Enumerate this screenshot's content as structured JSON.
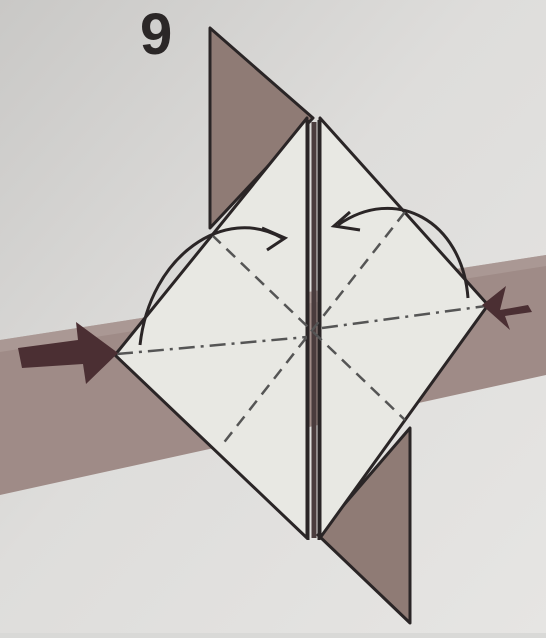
{
  "diagram": {
    "step_number": "9",
    "colors": {
      "background": "#d9d9d7",
      "paper_white": "#e7e7e2",
      "paper_colored": "#8e7b75",
      "band": "#9c8884",
      "outline": "#2a2526",
      "arrow": "#4a2f33"
    },
    "elements": [
      "background-band",
      "upper-colored-flap",
      "lower-colored-flap",
      "left-white-panel",
      "right-white-panel",
      "center-slit",
      "valley-fold-lines",
      "mountain-fold-lines",
      "left-push-arrow",
      "right-push-arrow",
      "left-curved-fold-arrow",
      "right-curved-fold-arrow"
    ]
  }
}
